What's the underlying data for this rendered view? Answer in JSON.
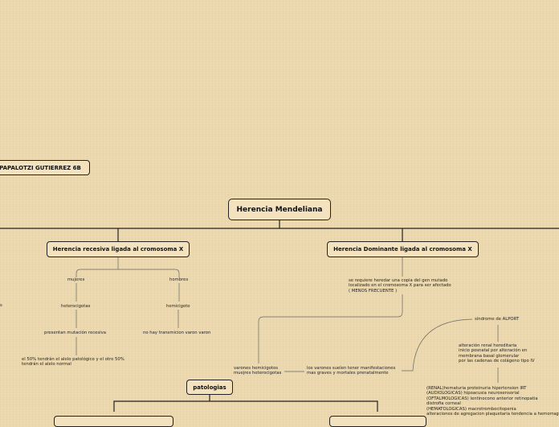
{
  "nodes": {
    "student": "PAPALOTZI GUTIERREZ 6B",
    "main": "Herencia Mendeliana",
    "recesiva": "Herencia recesiva ligada al cromosoma X",
    "dominante": "Herencia Dominante ligada al cromosoma X",
    "patologias": "patologias"
  },
  "recesiva_branch": {
    "mujeres": "mujeres",
    "hombres": "hombres",
    "heterocigotas": "heterocigotas",
    "hemicigoto": "hemicigoto",
    "mutacion": "presentan mutación recesiva",
    "no_transmision": "no hay transmicion varon varon",
    "alelo": "el 50% tendrán el alelo patológico y el otro 50%\ntendrán el alelo normal",
    "edge_fragment": "s"
  },
  "dominante_branch": {
    "requiere": "se requiere heredar una copia del gen mutado\nlocalizado en el cromosoma X para ser afectado\n( MENOS FRECUENTE )",
    "varones": "varones hemicigotos\nmuejres heterocigotas",
    "manifestaciones": "los varones suelen tener manifestaciones\nmas graves y mortales prenatalmente",
    "alport": "síndrome de ALPORT",
    "alteracion": "alteración renal hereditaria\ninicio posnatal por alteración en\nmembrana basal glomerular\npor las cadenas de colágeno tipo IV",
    "clinica": "(RENAL)hematuria proteinuria hipertension IRT\n(AUDIOLOGICAS) hipoacusia neurosensorial\n(OFTALMOLOGICAS) lentinocono anterior retinopatia\ndistrofia corneal\n(HEMATOLOGICAS) macrotrombocitopenia\nalteraciones de agregacion plaquetaria tendencia a hemorragias"
  }
}
